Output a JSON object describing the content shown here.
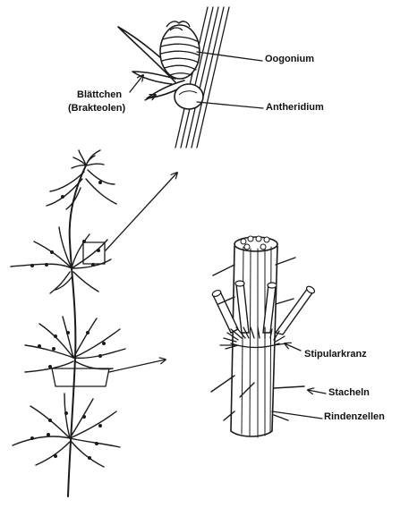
{
  "labels": {
    "oogonium": "Oogonium",
    "antheridium": "Antheridium",
    "blaettchen": "Blättchen",
    "brakteolen": "(Brakteolen)",
    "stipularkranz": "Stipularkranz",
    "stacheln": "Stacheln",
    "rindenzellen": "Rindenzellen"
  }
}
